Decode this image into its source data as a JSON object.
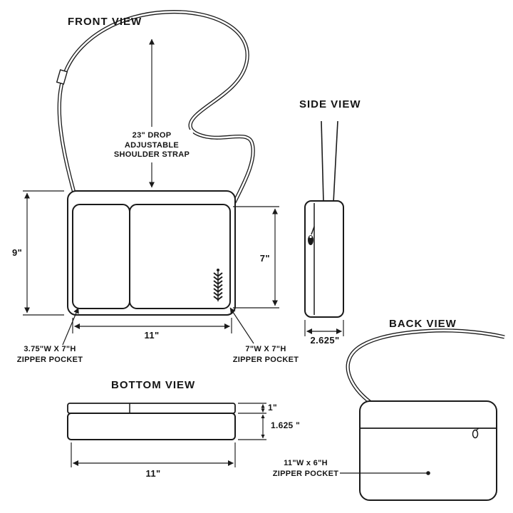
{
  "colors": {
    "line": "#1a1a1a",
    "background": "#ffffff"
  },
  "front": {
    "title": "FRONT VIEW",
    "strap_note": [
      "23\" DROP",
      "ADJUSTABLE",
      "SHOULDER STRAP"
    ],
    "dim_height": "9\"",
    "dim_width": "11\"",
    "dim_pocket_height": "7\"",
    "left_pocket": [
      "3.75\"W X 7\"H",
      "ZIPPER POCKET"
    ],
    "right_pocket": [
      "7\"W X 7\"H",
      "ZIPPER POCKET"
    ]
  },
  "side": {
    "title": "SIDE VIEW",
    "dim_depth": "2.625\""
  },
  "back": {
    "title": "BACK VIEW",
    "pocket": [
      "11\"W x 6\"H",
      "ZIPPER POCKET"
    ]
  },
  "bottom": {
    "title": "BOTTOM VIEW",
    "dim_front_depth": "1\"",
    "dim_body_depth": "1.625 \"",
    "dim_width": "11\""
  }
}
